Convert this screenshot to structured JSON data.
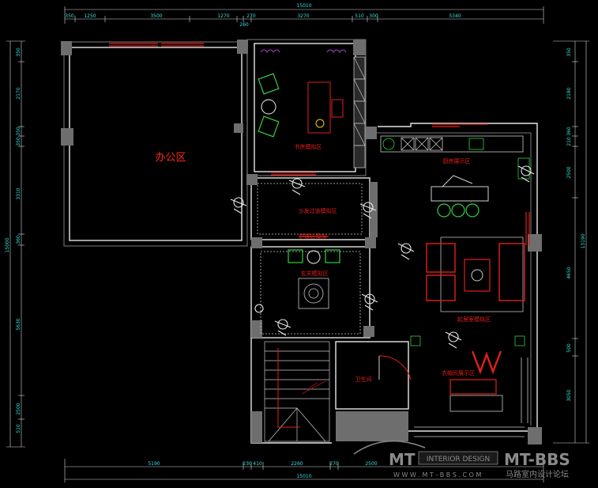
{
  "plan": {
    "rooms": {
      "office": "办公区",
      "study": "书房模拟区",
      "kitchen": "厨房展示区",
      "sofa": "沙发过道模拟区",
      "corridor": "护展区模拟",
      "foyer": "玄关模拟区",
      "living": "起居室模拟区",
      "bath": "卫生间",
      "closet": "衣帽间展示区"
    },
    "dims": {
      "top_total": "15010",
      "top": [
        "350",
        "1250",
        "3500",
        "1270",
        "270",
        "260",
        "3270",
        "510",
        "300",
        "5340"
      ],
      "bottom_total": "15010",
      "bottom": [
        "5190",
        "230",
        "410",
        "2260",
        "270",
        "2500"
      ],
      "left_total": "15000",
      "left": [
        "350",
        "2170",
        "350",
        "350",
        "3310",
        "360",
        "5630",
        "2500",
        "510"
      ],
      "right_total": "13190",
      "right": [
        "350",
        "2180",
        "360",
        "210",
        "2500",
        "4650",
        "500",
        "3050"
      ]
    }
  },
  "watermark": {
    "brand_left": "MT",
    "badge": "INTERIOR DESIGN",
    "brand_right": "MT-BBS",
    "url": "W W W . M T - B B S . C O M",
    "slogan": "马路室内设计论坛"
  }
}
